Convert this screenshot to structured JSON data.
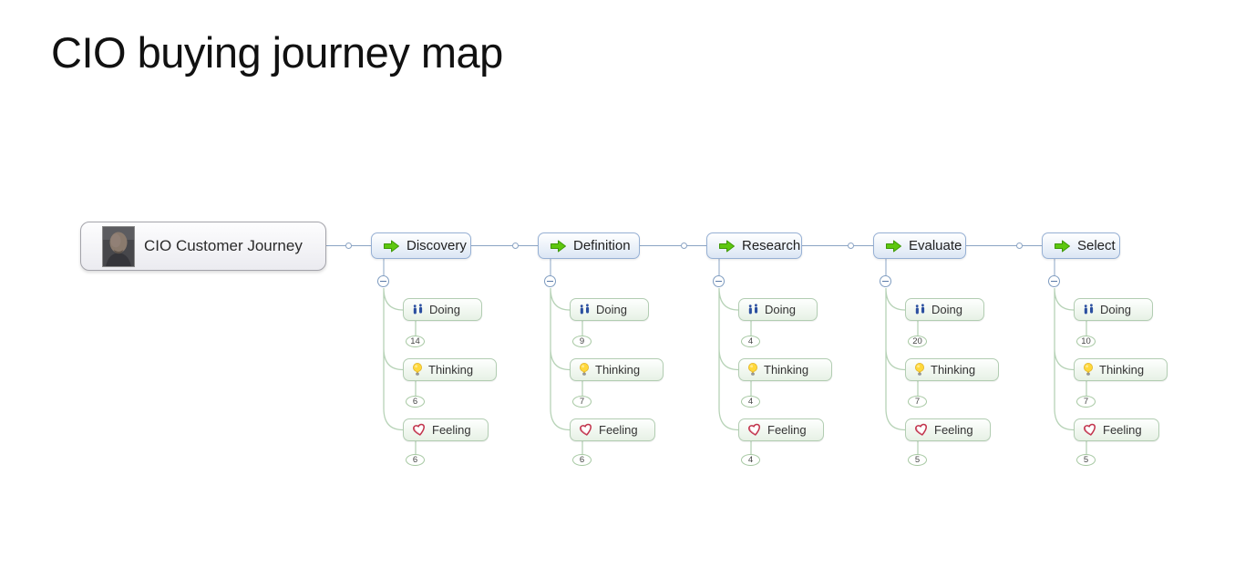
{
  "title": "CIO buying journey map",
  "root": {
    "label": "CIO Customer Journey",
    "avatar_alt": "CIO portrait photo"
  },
  "stages": [
    {
      "id": "discovery",
      "label": "Discovery",
      "children": [
        {
          "id": "doing",
          "label": "Doing",
          "icon": "footprints-icon",
          "count": "14"
        },
        {
          "id": "thinking",
          "label": "Thinking",
          "icon": "lightbulb-icon",
          "count": "6"
        },
        {
          "id": "feeling",
          "label": "Feeling",
          "icon": "heart-icon",
          "count": "6"
        }
      ]
    },
    {
      "id": "definition",
      "label": "Definition",
      "children": [
        {
          "id": "doing",
          "label": "Doing",
          "icon": "footprints-icon",
          "count": "9"
        },
        {
          "id": "thinking",
          "label": "Thinking",
          "icon": "lightbulb-icon",
          "count": "7"
        },
        {
          "id": "feeling",
          "label": "Feeling",
          "icon": "heart-icon",
          "count": "6"
        }
      ]
    },
    {
      "id": "research",
      "label": "Research",
      "children": [
        {
          "id": "doing",
          "label": "Doing",
          "icon": "footprints-icon",
          "count": "4"
        },
        {
          "id": "thinking",
          "label": "Thinking",
          "icon": "lightbulb-icon",
          "count": "4"
        },
        {
          "id": "feeling",
          "label": "Feeling",
          "icon": "heart-icon",
          "count": "4"
        }
      ]
    },
    {
      "id": "evaluate",
      "label": "Evaluate",
      "children": [
        {
          "id": "doing",
          "label": "Doing",
          "icon": "footprints-icon",
          "count": "20"
        },
        {
          "id": "thinking",
          "label": "Thinking",
          "icon": "lightbulb-icon",
          "count": "7"
        },
        {
          "id": "feeling",
          "label": "Feeling",
          "icon": "heart-icon",
          "count": "5"
        }
      ]
    },
    {
      "id": "select",
      "label": "Select",
      "children": [
        {
          "id": "doing",
          "label": "Doing",
          "icon": "footprints-icon",
          "count": "10"
        },
        {
          "id": "thinking",
          "label": "Thinking",
          "icon": "lightbulb-icon",
          "count": "7"
        },
        {
          "id": "feeling",
          "label": "Feeling",
          "icon": "heart-icon",
          "count": "5"
        }
      ]
    }
  ],
  "colors": {
    "stage_border": "#96b0d4",
    "stage_line": "#8ba4c4",
    "branch_line": "#b7d3b7",
    "sub_border": "#b2cdb2",
    "arrow_green": "#5ec70f",
    "footprints_blue": "#2b4fa0",
    "bulb_yellow": "#ffd83a",
    "heart_red": "#c2334c"
  }
}
